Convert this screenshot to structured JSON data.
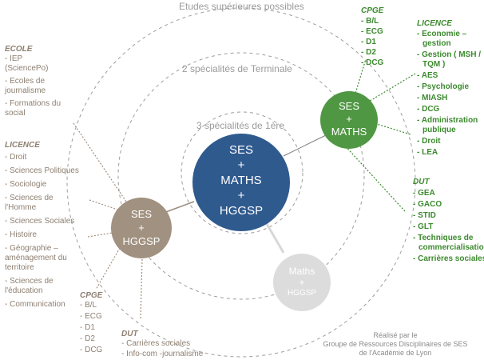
{
  "rings": {
    "outer": "Etudes supérieures possibles",
    "middle": "2 spécialités de Terminale",
    "inner": "3 spécialités de 1ère"
  },
  "circles": {
    "main": [
      "SES",
      "+",
      "MATHS",
      "+",
      "HGGSP"
    ],
    "ses_maths": [
      "SES",
      "+",
      "MATHS"
    ],
    "ses_hggsp": [
      "SES",
      "+",
      "HGGSP"
    ],
    "maths_hggsp": [
      "Maths",
      "+",
      "HGGSP"
    ]
  },
  "colors": {
    "main": "#2f5a8e",
    "ses_maths": "#4f9742",
    "ses_hggsp": "#a19180",
    "maths_hggsp": "#dcdcdc"
  },
  "left": {
    "ecole": {
      "title": "ECOLE",
      "items": [
        "- IEP",
        "(SciencePo)",
        "- Ecoles de",
        "journalisme",
        "- Formations du",
        "social"
      ]
    },
    "licence": {
      "title": "LICENCE",
      "items": [
        "- Droit",
        "- Sciences Politiques",
        "- Sociologie",
        "- Sciences de",
        "l'Homme",
        "- Sciences Sociales",
        "- Histoire",
        "- Géographie –",
        "aménagement du",
        "territoire",
        "- Sciences de",
        "l'éducation",
        "- Communication"
      ]
    },
    "cpge": {
      "title": "CPGE",
      "items": [
        "- B/L",
        "- ECG",
        "- D1",
        "- D2",
        "- DCG"
      ]
    },
    "dut": {
      "title": "DUT",
      "items": [
        "- Carrières sociales",
        "- Info-com -journalisme"
      ]
    }
  },
  "right": {
    "cpge": {
      "title": "CPGE",
      "items": [
        "- B/L",
        "- ECG",
        "- D1",
        "- D2",
        "- DCG"
      ]
    },
    "licence": {
      "title": "LICENCE",
      "items": [
        "- Economie –",
        "gestion",
        "- Gestion ( MSH /",
        "TQM )",
        "- AES",
        "- Psychologie",
        "- MIASH",
        "- DCG",
        "- Administration",
        "publique",
        "- Droit",
        "- LEA"
      ]
    },
    "dut": {
      "title": "DUT",
      "items": [
        "- GEA",
        "- GACO",
        "- STID",
        "- GLT",
        "- Techniques de",
        "commercialisation",
        "- Carrières sociales"
      ]
    }
  },
  "credit": [
    "Réalisé par le",
    "Groupe de Ressources Disciplinaires de SES",
    "de l'Académie de Lyon"
  ]
}
